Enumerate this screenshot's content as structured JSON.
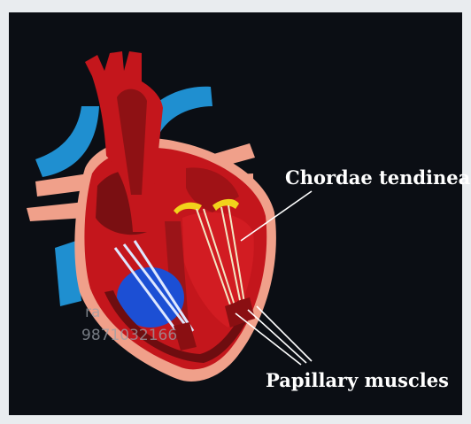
{
  "labels": {
    "chordae": "Chordae tendineae",
    "papillary": "Papillary muscles"
  },
  "watermark": {
    "line1": "ra",
    "line2": "9871032166"
  },
  "colors": {
    "background": "#0b0e14",
    "frame": "#e9ecef",
    "heart_red": "#c4161c",
    "heart_dark": "#7a0f12",
    "vessel_blue": "#1f8fd0",
    "pericardium": "#f0a08a",
    "valve_yellow": "#f2d21b",
    "blood_blue": "#1c4fd4"
  }
}
